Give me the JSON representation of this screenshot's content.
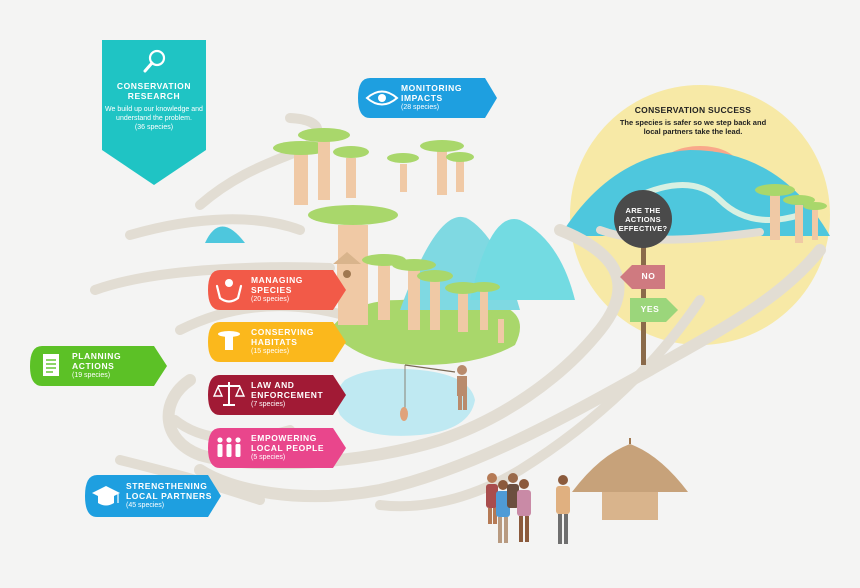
{
  "colors": {
    "research": "#1fc4c4",
    "monitoring": "#1e9fe0",
    "managing": "#f25a48",
    "habitats": "#fbb81c",
    "law": "#a11a35",
    "empowering": "#e9468c",
    "planning": "#5cc126",
    "partners": "#1e9fe0",
    "sun": "#f7e9a6",
    "hill": "#4ec7dd",
    "path": "#e2ddd3",
    "trunk": "#f0c9a5",
    "canopy": "#a9d76b"
  },
  "research": {
    "title": "CONSERVATION RESEARCH",
    "desc": "We build up our knowledge and understand the problem.",
    "count": "(36 species)",
    "icon": "search-icon"
  },
  "monitoring": {
    "title": "MONITORING IMPACTS",
    "count": "(28 species)",
    "icon": "eye-icon"
  },
  "managing": {
    "title": "MANAGING SPECIES",
    "count": "(20 species)",
    "icon": "hands-holding-icon"
  },
  "habitats": {
    "title": "CONSERVING HABITATS",
    "count": "(15 species)",
    "icon": "tree-icon"
  },
  "law": {
    "title": "LAW AND ENFORCEMENT",
    "count": "(7 species)",
    "icon": "scales-icon"
  },
  "empowering": {
    "title": "EMPOWERING LOCAL PEOPLE",
    "count": "(5 species)",
    "icon": "people-icon"
  },
  "planning": {
    "title": "PLANNING ACTIONS",
    "count": "(19 species)",
    "icon": "document-icon"
  },
  "partners": {
    "title": "STRENGTHENING LOCAL PARTNERS",
    "count": "(45 species)",
    "icon": "graduation-cap-icon"
  },
  "success": {
    "title": "CONSERVATION SUCCESS",
    "desc": "The species is safer so we step back and local partners take the lead."
  },
  "signpost": {
    "question": "ARE THE ACTIONS EFFECTIVE?",
    "no": "NO",
    "yes": "YES"
  }
}
